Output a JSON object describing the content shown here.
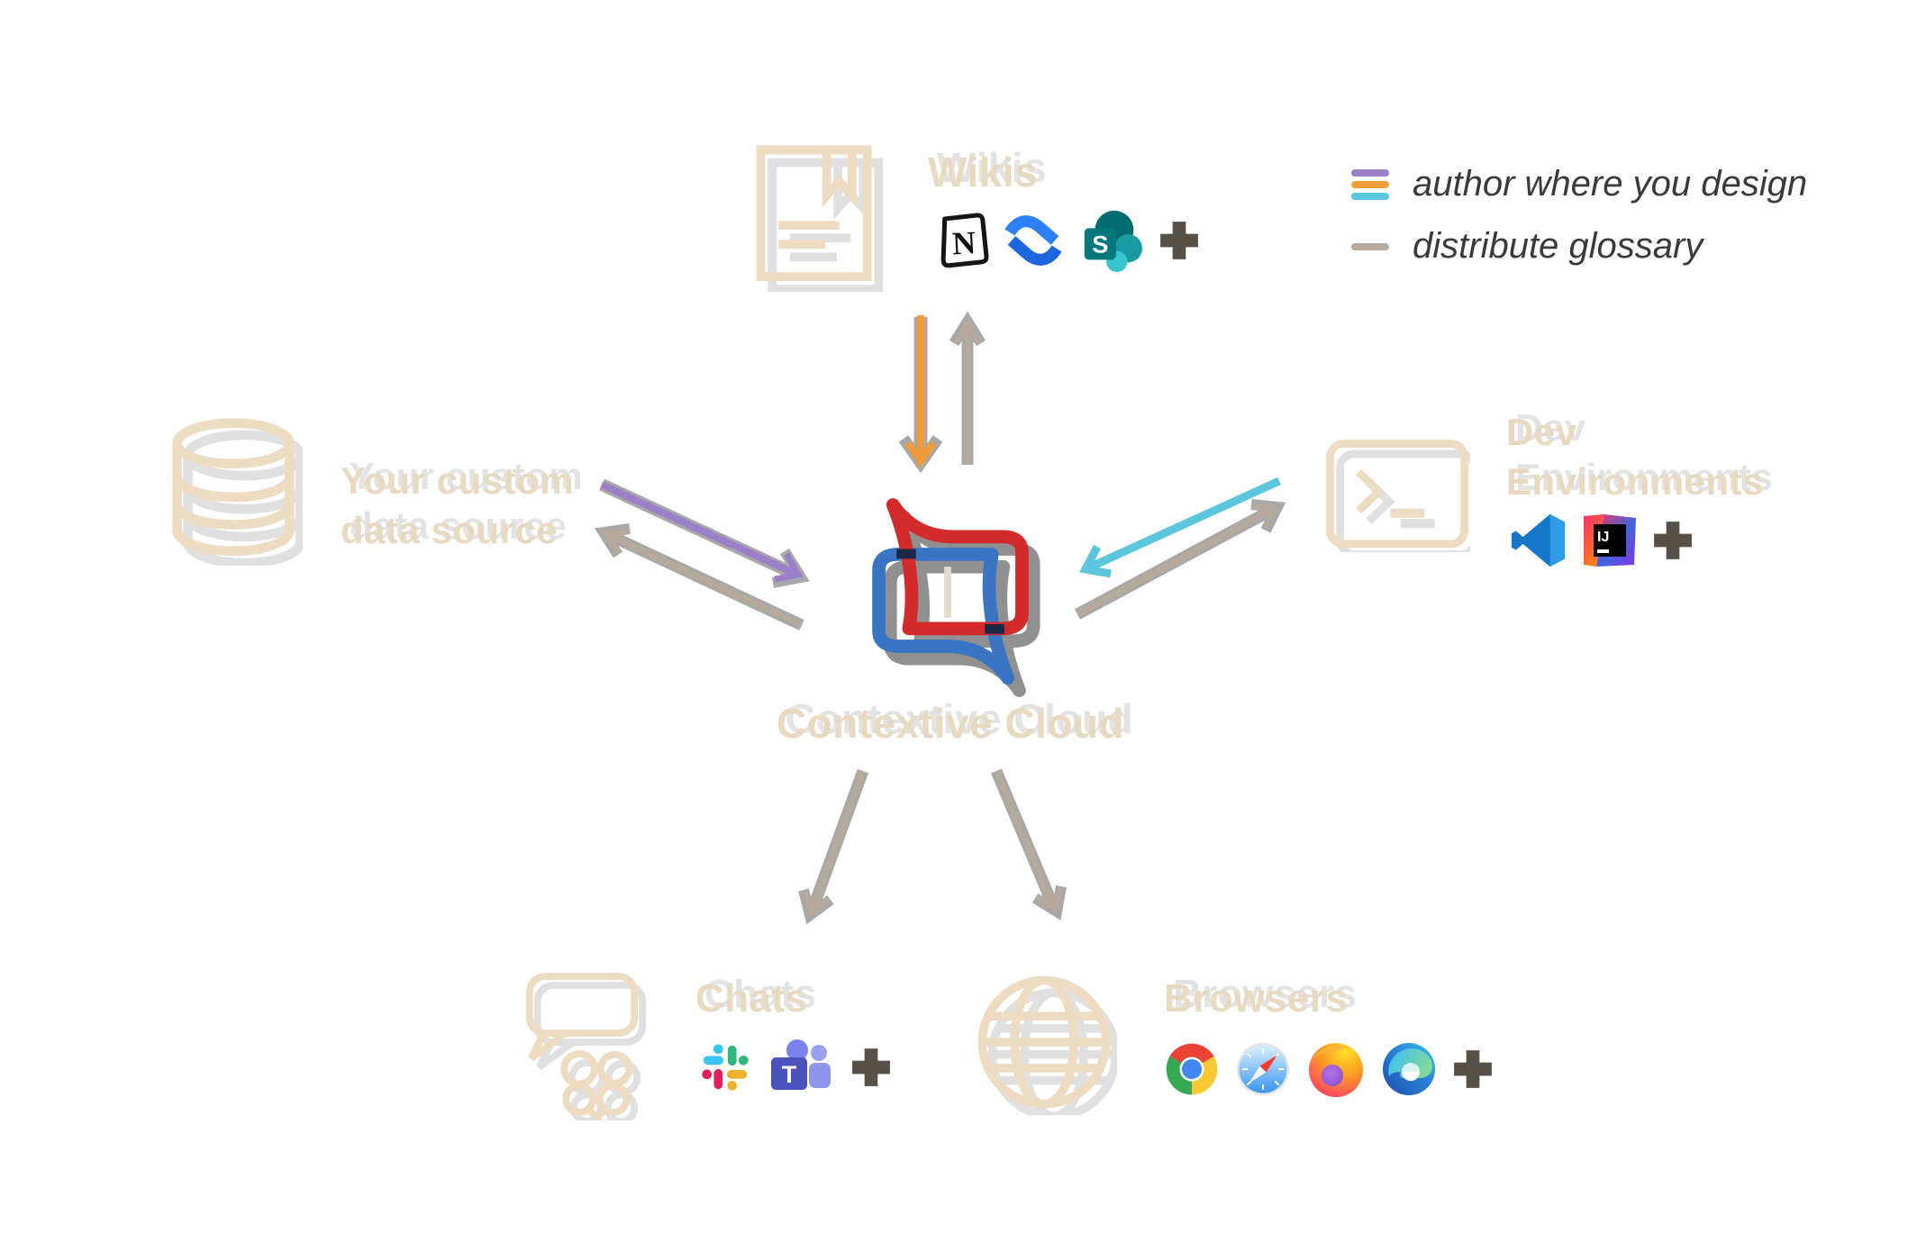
{
  "legend": {
    "items": [
      {
        "label": "author where you design",
        "swatch_colors": [
          "#9c7fc9",
          "#efa03b",
          "#59c7dd"
        ]
      },
      {
        "label": "distribute glossary",
        "swatch_colors": [
          "#b7aa9d"
        ]
      }
    ]
  },
  "center": {
    "label": "Contextive Cloud",
    "logo_colors": {
      "red": "#d32b2b",
      "blue": "#3a74c4"
    }
  },
  "nodes": {
    "wikis": {
      "label": "Wikis",
      "icon": "document-icon",
      "apps": [
        "Notion",
        "Confluence",
        "SharePoint",
        "more"
      ]
    },
    "custom_data_source": {
      "label_line1": "Your custom",
      "label_line2": "data source",
      "icon": "database-icon"
    },
    "dev_environments": {
      "label_line1": "Dev",
      "label_line2": "Environments",
      "icon": "terminal-icon",
      "apps": [
        "VS Code",
        "IntelliJ IDEA",
        "more"
      ]
    },
    "chats": {
      "label": "Chats",
      "icon": "chat-bubbles-icon",
      "apps": [
        "Slack",
        "Microsoft Teams",
        "more"
      ]
    },
    "browsers": {
      "label": "Browsers",
      "icon": "globe-icon",
      "apps": [
        "Chrome",
        "Safari",
        "Firefox",
        "Edge",
        "more"
      ]
    }
  },
  "glyphs": {
    "notion": "N",
    "sharepoint": "S",
    "intellij": "IJ",
    "teams": "T"
  },
  "palette": {
    "faded_text": "#e8d9c1",
    "faded_icon": "#eedcc2",
    "faded_shadow": "#e0e0e0",
    "arrow_gray": "#a8a8a8",
    "arrow_taupe": "#b7aa9d",
    "arrow_orange": "#f09c3a",
    "arrow_purple": "#9c7fc9",
    "arrow_cyan": "#5cc6dd",
    "plus": "#575047"
  }
}
